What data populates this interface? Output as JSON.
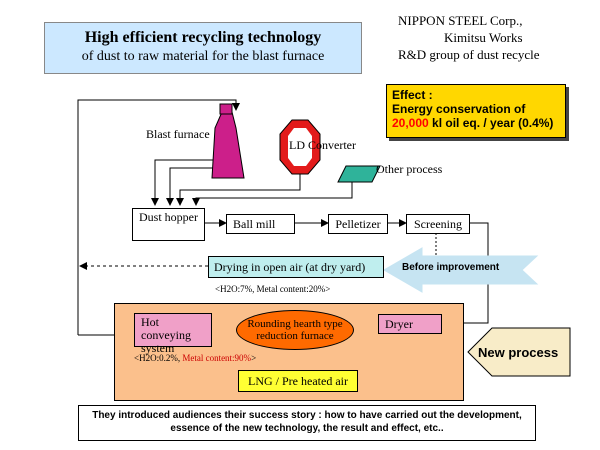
{
  "title": {
    "line1": "High efficient recycling technology",
    "line2": "of dust to raw material for the blast furnace"
  },
  "organization": {
    "line1": "NIPPON STEEL Corp.,",
    "line2": "Kimitsu Works",
    "line3": "R&D group of dust recycle"
  },
  "effect": {
    "heading": "Effect :",
    "line": "Energy conservation of",
    "amount": "20,000",
    "unit": " kl oil eq. / year   (0.4%)"
  },
  "sources": {
    "blast_furnace": "Blast furnace",
    "ld_converter": "LD Converter",
    "other_process": "Other process"
  },
  "process": {
    "dust_hopper": "Dust hopper",
    "ball_mill": "Ball mill",
    "pelletizer": "Pelletizer",
    "screening": "Screening"
  },
  "before": {
    "drying": "Drying in open air  (at dry yard)",
    "note": "<H2O:7%,  Metal content:20%>",
    "label": "Before improvement"
  },
  "new_process": {
    "hot_conveying": "Hot conveying system",
    "furnace": "Rounding hearth type reduction furnace",
    "dryer": "Dryer",
    "lng": "LNG / Pre heated air",
    "note_prefix": "<H2O:0.2%, ",
    "note_metal": "Metal content:90%",
    "note_suffix": ">",
    "label": "New process"
  },
  "footer": "They introduced audiences their success story : how to have carried out the development, essence of the new technology, the result and effect, etc..",
  "colors": {
    "title_bg": "#cce8ff",
    "effect_bg": "#ffd700",
    "effect_amount": "#ff0000",
    "blast_furnace": "#cc1f8a",
    "ld_converter": "#e31b1b",
    "other_process": "#2fb39a",
    "drying_bg": "#bfeeee",
    "new_process_bg": "#fbc08c",
    "hot_conveying_bg": "#f0a0c8",
    "furnace_bg": "#ff6a00",
    "lng_bg": "#ffff33",
    "before_arrow": "#c6e4f2",
    "new_arrow": "#f8ecc8"
  }
}
